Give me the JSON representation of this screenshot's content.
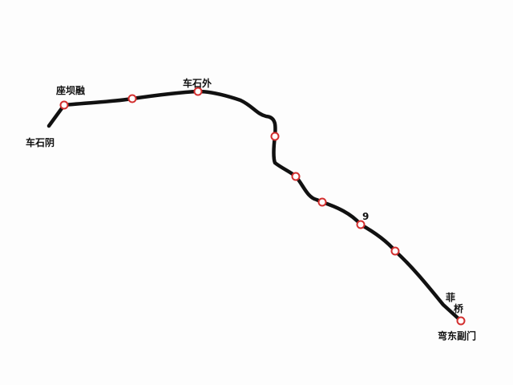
{
  "map": {
    "line_color": "#111111",
    "station_color": "#d32f2f",
    "labels": {
      "start_terminal": "车石阴",
      "station_1": "座坝融",
      "station_3": "车石外",
      "station_9": "9",
      "station_end_upper_1": "菲",
      "station_end_upper_2": "桥",
      "end_terminal": "弯东副门"
    }
  }
}
